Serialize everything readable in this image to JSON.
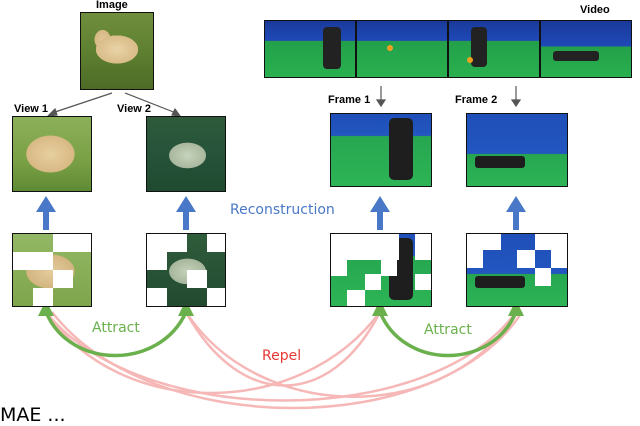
{
  "labels": {
    "image": "Image",
    "view1": "View 1",
    "view2": "View 2",
    "video": "Video",
    "frame1": "Frame 1",
    "frame2": "Frame 2",
    "reconstruction": "Reconstruction",
    "attract_left": "Attract",
    "attract_right": "Attract",
    "repel": "Repel"
  },
  "caption": "MAE ... "
}
